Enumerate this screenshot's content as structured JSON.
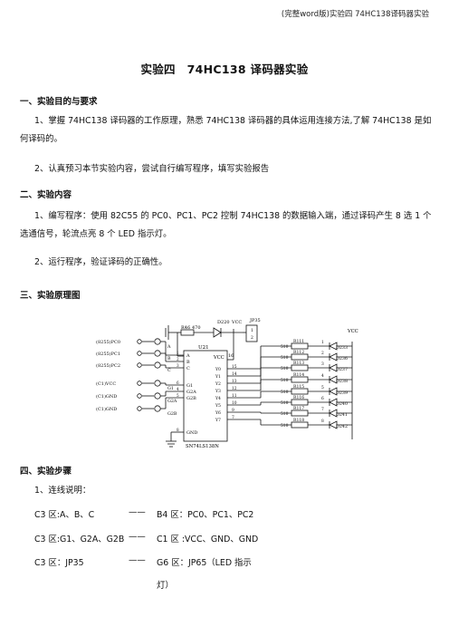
{
  "header": {
    "note": "(完整word版)实验四 74HC138译码器实验"
  },
  "title": "实验四　74HC138 译码器实验",
  "sections": {
    "s1": {
      "heading": "一、实验目的与要求",
      "p1_line1": "1、掌握 74HC138 译码器的工作原理，熟悉 74HC138 译码器的具体运用连接方法,了解 74HC138 是如",
      "p1_line2": "何译码的。",
      "p2": "2、认真预习本节实验内容，尝试自行编写程序，填写实验报告"
    },
    "s2": {
      "heading": "二、实验内容",
      "p1_line1": "1、编写程序：使用 82C55 的 PC0、PC1、PC2 控制 74HC138 的数据输入端，通过译码产生 8 选 1 个",
      "p1_line2": "选通信号，轮流点亮 8 个 LED 指示灯。",
      "p2": "2、运行程序，验证译码的正确性。"
    },
    "s3": {
      "heading": "三、实验原理图"
    },
    "s4": {
      "heading": "四、实验步骤",
      "intro": "1、连线说明：",
      "rows": [
        {
          "left": "C3 区:A、B、C",
          "sep": "——",
          "right": "B4 区：PC0、PC1、PC2"
        },
        {
          "left": "C3 区:G1、G2A、G2B",
          "sep": "——",
          "right": "C1 区 :VCC、GND、GND"
        },
        {
          "left": "C3 区：JP35",
          "sep": "——",
          "right": "G6 区：JP65（LED 指示"
        }
      ],
      "cont": "灯）"
    }
  },
  "schematic": {
    "inputs": [
      "(8255)PC0",
      "(8255)PC1",
      "(8255)PC2",
      "(C1)VCC",
      "(C1)GND",
      "(C1)GND"
    ],
    "pin_labels": [
      "A",
      "B",
      "C",
      "G1",
      "G2A",
      "G2B"
    ],
    "chip_pins_left": [
      "A",
      "B",
      "C",
      "G1",
      "G2A",
      "G2B",
      "GND"
    ],
    "chip_pin_nums_left": [
      "1",
      "2",
      "3",
      "6",
      "4",
      "5",
      "8"
    ],
    "chip_out_labels": [
      "Y0",
      "Y1",
      "Y2",
      "Y3",
      "Y4",
      "Y5",
      "Y6",
      "Y7"
    ],
    "chip_out_nums": [
      "15",
      "14",
      "13",
      "12",
      "11",
      "10",
      "9",
      "7"
    ],
    "chip_name": "U21",
    "chip_part": "SN74LS138N",
    "vcc": "VCC",
    "pin16": "16",
    "r_left": "R46",
    "r_left_val": "470",
    "led_top": "D220",
    "jumper": "JP35",
    "jumper_pins": [
      "1",
      "2"
    ],
    "resistors": [
      "R111",
      "R112",
      "R113",
      "R114",
      "R115",
      "R116",
      "R117",
      "R118"
    ],
    "res_val": "510",
    "leds": [
      "D233",
      "D236",
      "D237",
      "D238",
      "D239",
      "D240",
      "D241",
      "D242"
    ],
    "led_nums": [
      "1",
      "2",
      "3",
      "4",
      "5",
      "6",
      "7",
      "8"
    ]
  }
}
